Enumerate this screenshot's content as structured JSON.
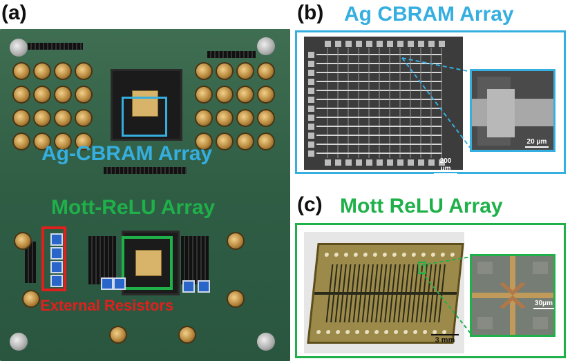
{
  "panels": {
    "a": {
      "label": "(a)",
      "cbram_label": "Ag-CBRAM Array",
      "mott_label": "Mott-ReLU Array",
      "resistor_label": "External Resistors"
    },
    "b": {
      "label": "(b)",
      "title": "Ag CBRAM Array",
      "scale_main": "200 μm",
      "scale_inset": "20 μm"
    },
    "c": {
      "label": "(c)",
      "title": "Mott ReLU Array",
      "scale_main": "3 mm",
      "scale_inset": "30μm"
    }
  },
  "colors": {
    "cbram": "#35aee0",
    "mott": "#1fb04a",
    "resistors": "#e0201c"
  }
}
